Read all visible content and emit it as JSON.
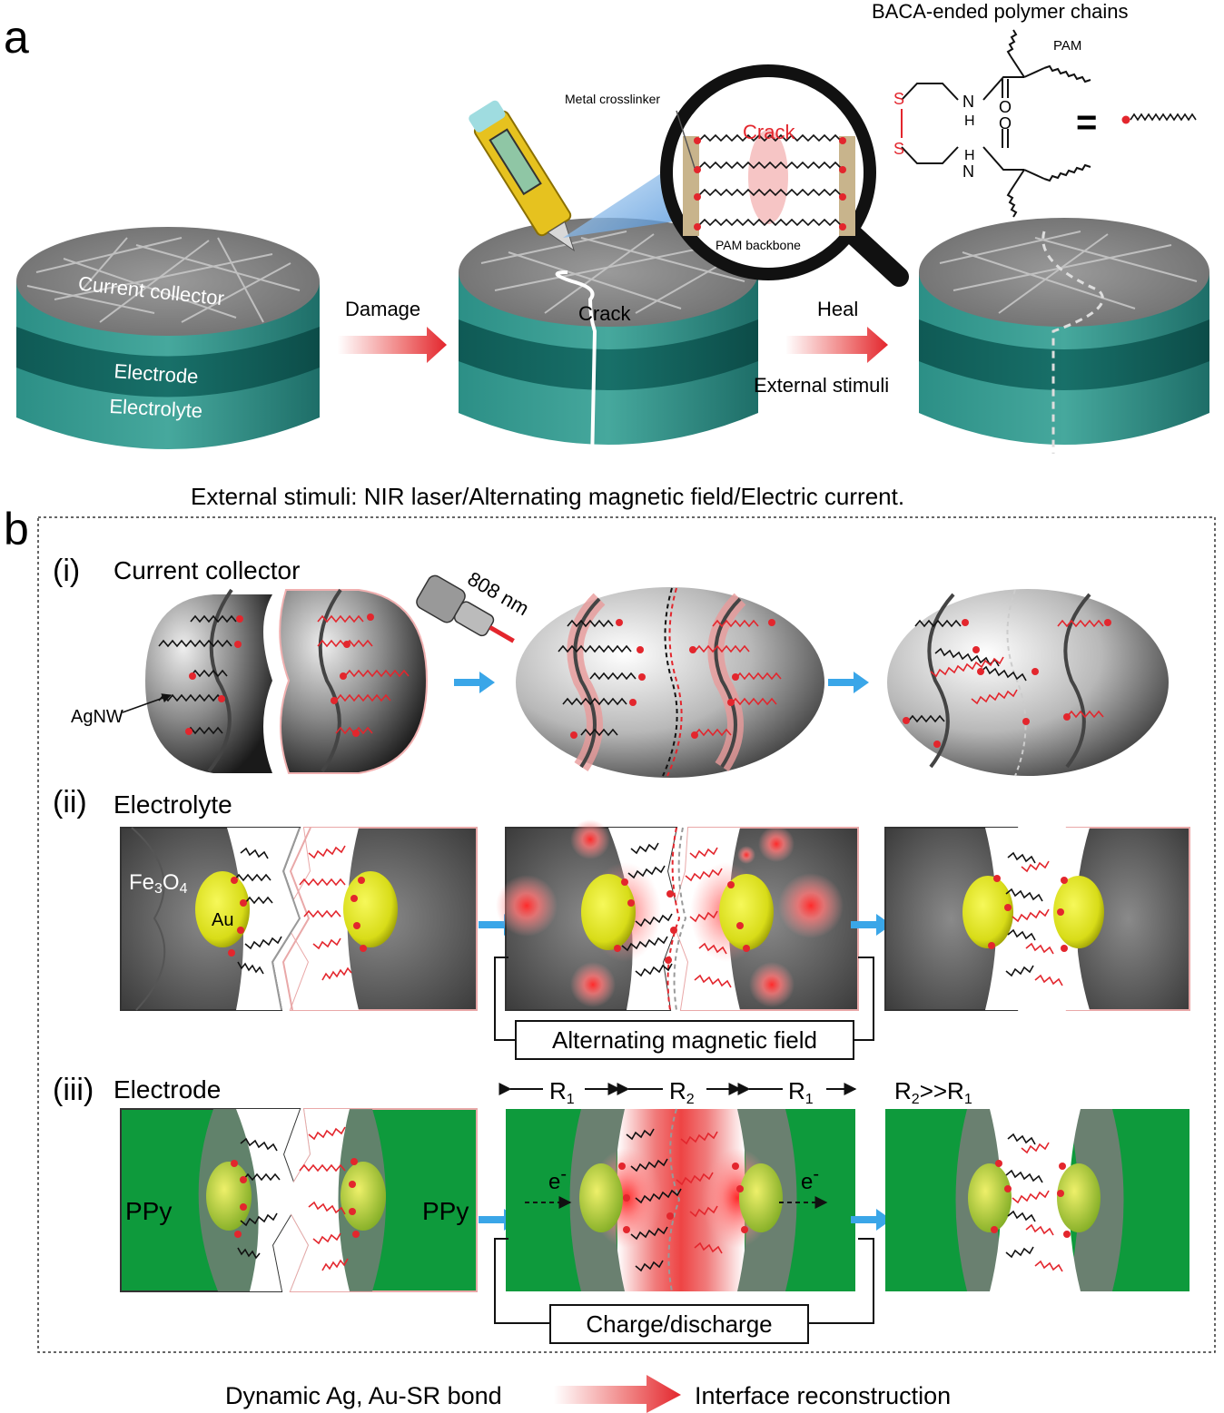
{
  "panel_a": {
    "letter": "a",
    "legend_title": "BACA-ended polymer chains",
    "pam_label": "PAM",
    "atom_s": "S",
    "atom_n": "N",
    "atom_h": "H",
    "atom_o": "O",
    "equals": "=",
    "metal_crosslinker": "Metal crosslinker",
    "crack_zoom": "Crack",
    "pam_backbone": "PAM backbone",
    "current_collector": "Current collector",
    "electrode": "Electrode",
    "electrolyte": "Electrolyte",
    "damage": "Damage",
    "crack": "Crack",
    "heal": "Heal",
    "external_stimuli": "External stimuli",
    "footnote": "External stimuli: NIR laser/Alternating magnetic field/Electric current."
  },
  "panel_b": {
    "letter": "b",
    "row_i": {
      "num": "(i)",
      "title": "Current collector",
      "laser": "808 nm",
      "agnw": "AgNW"
    },
    "row_ii": {
      "num": "(ii)",
      "title": "Electrolyte",
      "fe3o4_main": "Fe",
      "fe3o4_sub1": "3",
      "fe3o4_mid": "O",
      "fe3o4_sub2": "4",
      "au": "Au",
      "stimulus": "Alternating magnetic field"
    },
    "row_iii": {
      "num": "(iii)",
      "title": "Electrode",
      "ppy": "PPy",
      "electron": "e",
      "electron_sup": "-",
      "r1": "R",
      "r1_sub": "1",
      "r2": "R",
      "r2_sub": "2",
      "relation": "R",
      "relation_sub1": "2",
      "relation_mid": ">>R",
      "relation_sub2": "1",
      "stimulus": "Charge/discharge"
    }
  },
  "bottom": {
    "left": "Dynamic Ag, Au-SR bond",
    "right": "Interface reconstruction"
  },
  "colors": {
    "accent_red": "#e3262d",
    "teal": "#1f7f78",
    "teal_dark": "#0d5c57",
    "ppy_green": "#0e9a3c",
    "arrow_blue": "#3aa6e8",
    "au_yellow": "#dde21c"
  }
}
